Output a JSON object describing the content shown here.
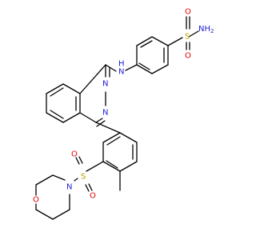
{
  "molecule": {
    "atom_labels": {
      "nh2": "NH",
      "nh2_sub": "2",
      "s1": "S",
      "o1": "O",
      "o2": "O",
      "nh_n": "N",
      "nh_h": "H",
      "n_upper": "N",
      "n_lower": "N",
      "s2": "S",
      "o3": "O",
      "o4": "O",
      "n_morph": "N",
      "o_morph": "O"
    },
    "colors": {
      "carbon": "#000000",
      "nitrogen": "#1f1fd6",
      "oxygen": "#e00000",
      "sulfur": "#b5a300"
    }
  }
}
